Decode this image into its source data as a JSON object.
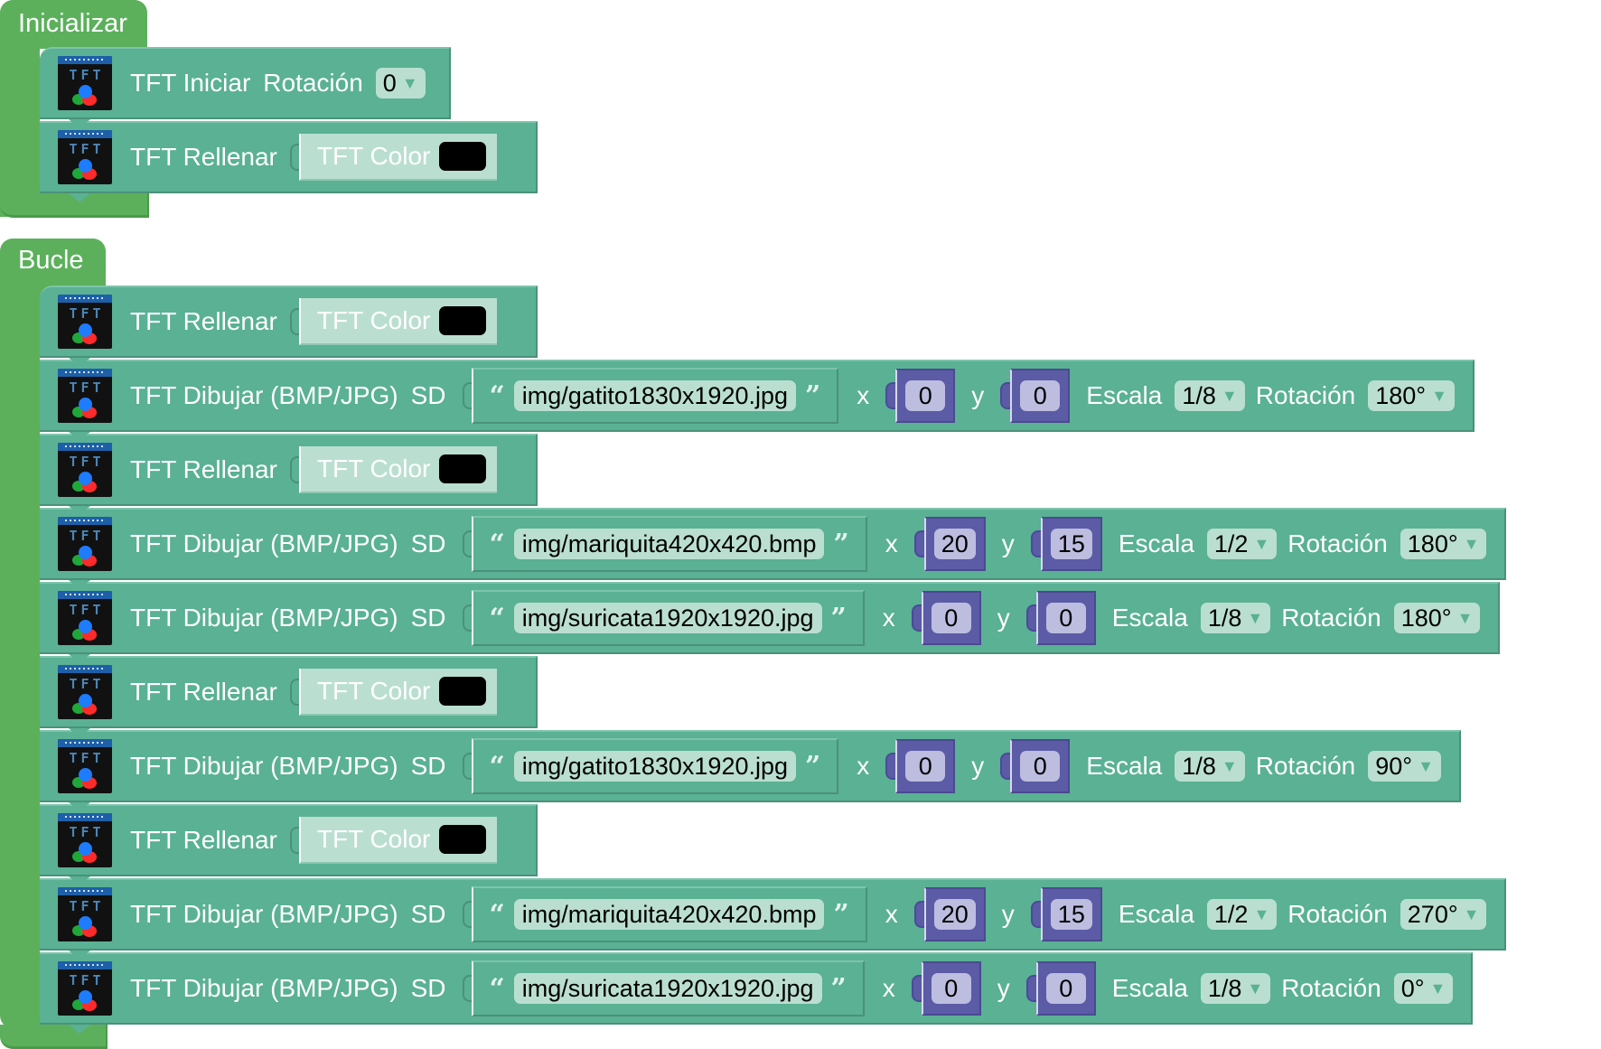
{
  "setup": {
    "title": "Inicializar",
    "blocks": [
      {
        "type": "init",
        "label": "TFT Iniciar",
        "rotation_label": "Rotación",
        "rotation": "0"
      },
      {
        "type": "fill",
        "label": "TFT Rellenar",
        "color_label": "TFT Color",
        "color": "#000000"
      }
    ]
  },
  "loop": {
    "title": "Bucle",
    "blocks": [
      {
        "type": "fill",
        "label": "TFT Rellenar",
        "color_label": "TFT Color",
        "color": "#000000"
      },
      {
        "type": "draw",
        "label": "TFT Dibujar (BMP/JPG)",
        "source": "SD",
        "file": "img/gatito1830x1920.jpg",
        "x_label": "x",
        "x": "0",
        "y_label": "y",
        "y": "0",
        "scale_label": "Escala",
        "scale": "1/8",
        "rotation_label": "Rotación",
        "rotation": "180°"
      },
      {
        "type": "fill",
        "label": "TFT Rellenar",
        "color_label": "TFT Color",
        "color": "#000000"
      },
      {
        "type": "draw",
        "label": "TFT Dibujar (BMP/JPG)",
        "source": "SD",
        "file": "img/mariquita420x420.bmp",
        "x_label": "x",
        "x": "20",
        "y_label": "y",
        "y": "15",
        "scale_label": "Escala",
        "scale": "1/2",
        "rotation_label": "Rotación",
        "rotation": "180°"
      },
      {
        "type": "draw",
        "label": "TFT Dibujar (BMP/JPG)",
        "source": "SD",
        "file": "img/suricata1920x1920.jpg",
        "x_label": "x",
        "x": "0",
        "y_label": "y",
        "y": "0",
        "scale_label": "Escala",
        "scale": "1/8",
        "rotation_label": "Rotación",
        "rotation": "180°"
      },
      {
        "type": "fill",
        "label": "TFT Rellenar",
        "color_label": "TFT Color",
        "color": "#000000"
      },
      {
        "type": "draw",
        "label": "TFT Dibujar (BMP/JPG)",
        "source": "SD",
        "file": "img/gatito1830x1920.jpg",
        "x_label": "x",
        "x": "0",
        "y_label": "y",
        "y": "0",
        "scale_label": "Escala",
        "scale": "1/8",
        "rotation_label": "Rotación",
        "rotation": "90°"
      },
      {
        "type": "fill",
        "label": "TFT Rellenar",
        "color_label": "TFT Color",
        "color": "#000000"
      },
      {
        "type": "draw",
        "label": "TFT Dibujar (BMP/JPG)",
        "source": "SD",
        "file": "img/mariquita420x420.bmp",
        "x_label": "x",
        "x": "20",
        "y_label": "y",
        "y": "15",
        "scale_label": "Escala",
        "scale": "1/2",
        "rotation_label": "Rotación",
        "rotation": "270°"
      },
      {
        "type": "draw",
        "label": "TFT Dibujar (BMP/JPG)",
        "source": "SD",
        "file": "img/suricata1920x1920.jpg",
        "x_label": "x",
        "x": "0",
        "y_label": "y",
        "y": "0",
        "scale_label": "Escala",
        "scale": "1/8",
        "rotation_label": "Rotación",
        "rotation": "0°"
      }
    ]
  },
  "icons": {
    "tft_text": "TFT",
    "dropdown_arrow": "▼",
    "open_quote": "“",
    "close_quote": "”"
  }
}
